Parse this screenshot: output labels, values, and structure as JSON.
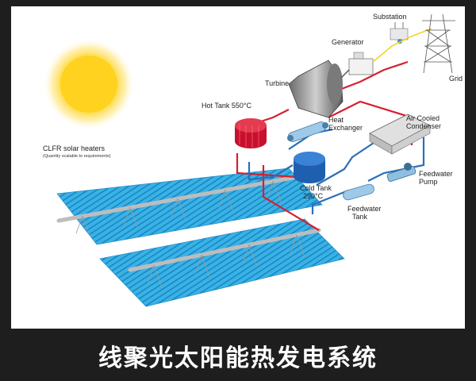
{
  "labels": {
    "clfr": "CLFR solar heaters",
    "clfr_note": "(Quantity scalable to requirements)",
    "hot_tank": "Hot Tank 550°C",
    "cold_tank_1": "Cold Tank",
    "cold_tank_2": "290°C",
    "turbine": "Turbine",
    "generator": "Generator",
    "substation": "Substation",
    "grid": "Grid",
    "heat_exchanger_1": "Heat",
    "heat_exchanger_2": "Exchanger",
    "air_cooled_1": "Air Cooled",
    "air_cooled_2": "Condenser",
    "feedwater_pump_1": "Feedwater",
    "feedwater_pump_2": "Pump",
    "feedwater_tank_1": "Feedwater",
    "feedwater_tank_2": "Tank"
  },
  "caption": "线聚光太阳能热发电系统",
  "colors": {
    "hot_pipe": "#d42030",
    "cold_pipe": "#2a6fb8",
    "hot_tank": "#c8102e",
    "cold_tank": "#1f5fb0",
    "mirror": "#2ea8dc",
    "sun": "#ffd21f",
    "power_line": "#f2d21a"
  }
}
